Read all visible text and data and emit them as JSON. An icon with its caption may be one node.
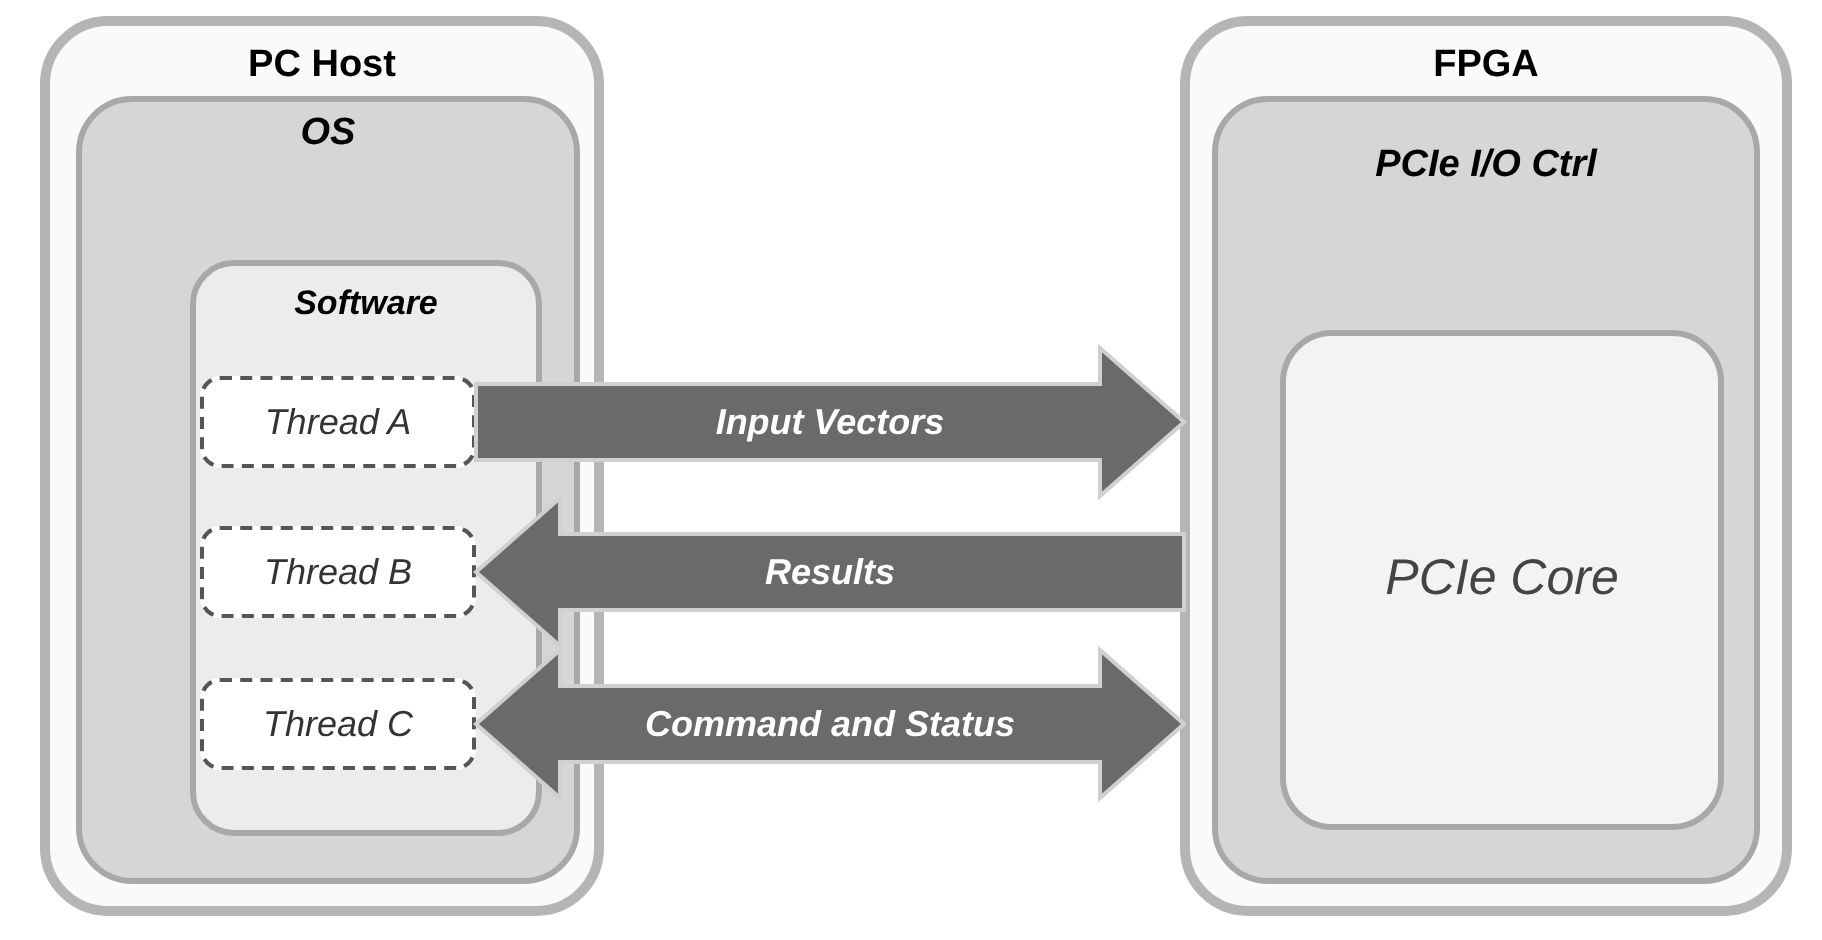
{
  "diagram": {
    "nodes": [
      {
        "text": [
          "PC Host"
        ]
      },
      {
        "text": [
          "OS"
        ],
        "in": 0
      },
      {
        "text": [
          "Software"
        ],
        "in": 1
      },
      {
        "text": [
          "Thread A"
        ],
        "in": 2
      },
      {
        "text": [
          "Thread B"
        ],
        "in": 2
      },
      {
        "text": [
          "Thread C"
        ],
        "in": 2
      },
      {
        "text": [
          "FPGA"
        ]
      },
      {
        "text": [
          "PCIe I/O Ctrl"
        ],
        "in": 6
      },
      {
        "text": [
          "PCIe Core"
        ],
        "in": 7
      }
    ],
    "edges": [
      {
        "from": 3,
        "to": 6,
        "arrow": "to",
        "label": "Input Vectors",
        "style": "thick"
      },
      {
        "from": 6,
        "to": 4,
        "arrow": "to",
        "label": "Results",
        "style": "thick"
      },
      {
        "from": 5,
        "to": 6,
        "arrow": "both",
        "label": "Command and Status",
        "style": "thick"
      }
    ]
  }
}
